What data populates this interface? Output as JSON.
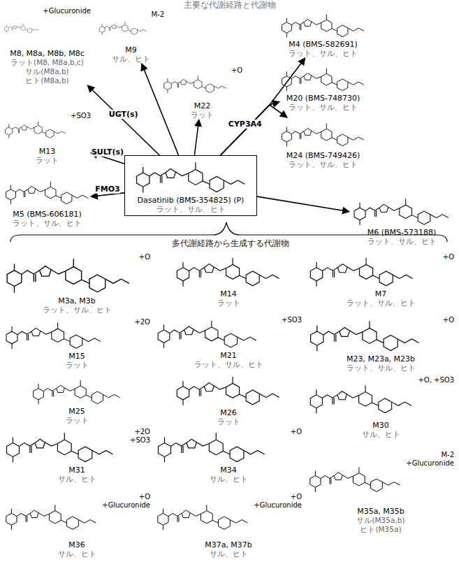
{
  "diagram": {
    "title": "主要な代謝経路と代謝物",
    "nodes": [
      {
        "text": [
          "+Glucuronide",
          "M8, M8a, M8b, M8c",
          "ラット(M8, M8a,b,c)",
          "サル(M8a,b)",
          "ヒト(M8a,b)"
        ]
      },
      {
        "text": [
          "M-2",
          "M9",
          "サル、ヒト"
        ]
      },
      {
        "text": [
          "+O",
          "M22",
          "ラット"
        ]
      },
      {
        "text": [
          "M4 (BMS-582691)",
          "ラット、サル、ヒト"
        ]
      },
      {
        "text": [
          "M20 (BMS-748730)",
          "ラット、サル、ヒト"
        ]
      },
      {
        "text": [
          "M24 (BMS-749426)",
          "ラット、サル、ヒト"
        ]
      },
      {
        "text": [
          "+SO3",
          "M13",
          "ラット"
        ]
      },
      {
        "text": [
          "Dasatinib (BMS-354825) (P)",
          "ラット、サル、ヒト"
        ]
      },
      {
        "text": [
          "M5 (BMS-606181)",
          "ラット、サル、ヒト"
        ]
      },
      {
        "text": [
          "M6 (BMS-573188)",
          "ラット、サル、ヒト"
        ]
      },
      {
        "text": [
          "+O",
          "M3a, M3b",
          "ラット、サル、ヒト"
        ]
      },
      {
        "text": [
          "M14",
          "ラット"
        ]
      },
      {
        "text": [
          "+O",
          "M7",
          "ラット、サル、ヒト"
        ]
      },
      {
        "text": [
          "+2O",
          "M15",
          "ラット"
        ]
      },
      {
        "text": [
          "+SO3",
          "M21",
          "ラット、サル、ヒト"
        ]
      },
      {
        "text": [
          "+O",
          "M23, M23a, M23b",
          "ラット、サル、ヒト"
        ]
      },
      {
        "text": [
          "M25",
          "ラット"
        ]
      },
      {
        "text": [
          "M26",
          "ラット"
        ]
      },
      {
        "text": [
          "+O, +SO3",
          "M30",
          "サル、ヒト"
        ]
      },
      {
        "text": [
          "+2O",
          "+SO3",
          "M31",
          "サル、ヒト"
        ]
      },
      {
        "text": [
          "+O",
          "M34",
          "サル、ヒト"
        ]
      },
      {
        "text": [
          "M-2",
          "+Glucuronide",
          "M35a, M35b",
          "サル(M35a,b)",
          "ヒト(M35a)"
        ]
      },
      {
        "text": [
          "+O",
          "+Glucuronide",
          "M36",
          "サル、ヒト"
        ]
      },
      {
        "text": [
          "+O",
          "+Glucuronide",
          "M37a, M37b",
          "サル、ヒト"
        ]
      }
    ],
    "edges": [
      {
        "from": 7,
        "to": 0,
        "arrow": "to",
        "label": "UGT(s)"
      },
      {
        "from": 7,
        "to": 1,
        "arrow": "to"
      },
      {
        "from": 7,
        "to": 2,
        "arrow": "to"
      },
      {
        "from": 7,
        "to": 3,
        "arrow": "to",
        "label": "CYP3A4"
      },
      {
        "from": 7,
        "to": 4,
        "arrow": "to"
      },
      {
        "from": 7,
        "to": 5,
        "arrow": "to"
      },
      {
        "from": 7,
        "to": 6,
        "arrow": "to",
        "label": "SULT(s)"
      },
      {
        "from": 7,
        "to": 8,
        "arrow": "to",
        "label": "FMO3"
      },
      {
        "from": 7,
        "to": 9,
        "arrow": "to"
      }
    ],
    "labels": [
      "多代謝経路から生成する代謝物"
    ]
  }
}
